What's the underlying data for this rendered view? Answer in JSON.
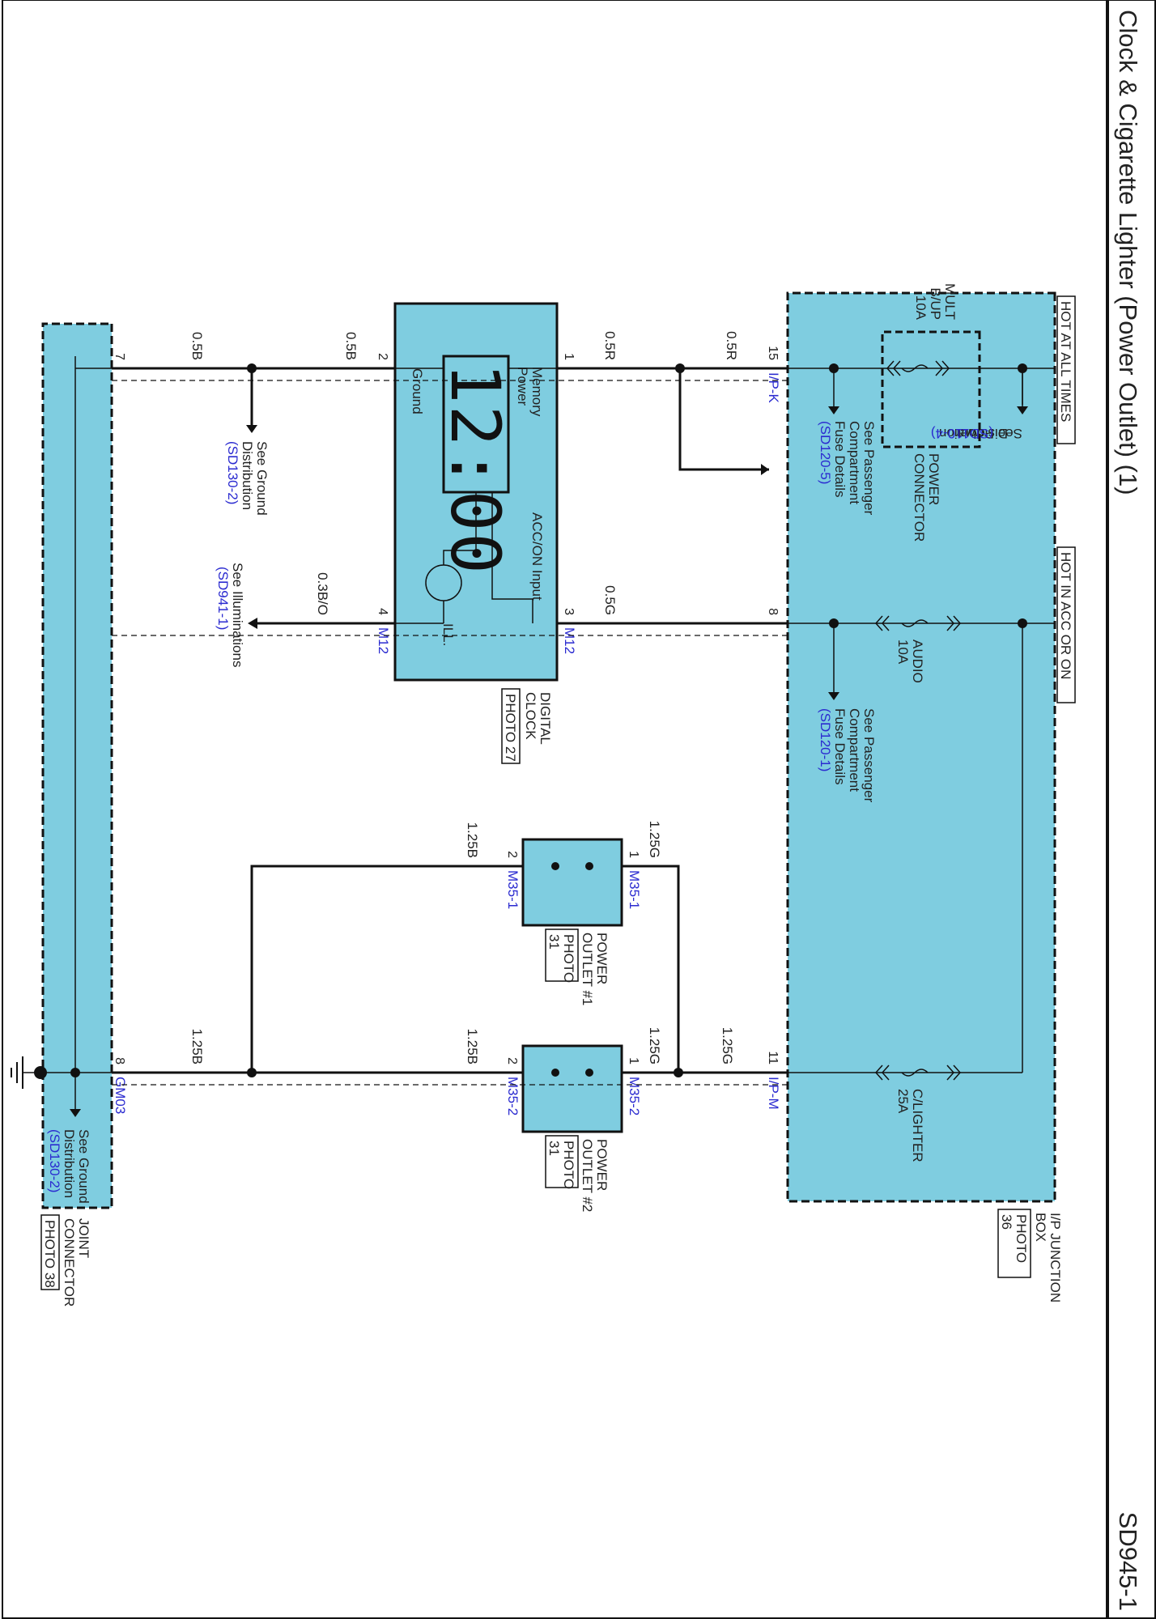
{
  "diagram": {
    "title": "Clock & Cigarette Lighter (Power Outlet) (1)",
    "code": "SD945-1"
  },
  "power_labels": {
    "hot_always": "HOT AT ALL TIMES",
    "hot_acc": "HOT IN ACC OR ON"
  },
  "junction_box": {
    "label_line1": "I/P JUNCTION",
    "label_line2": "BOX",
    "photo_line1": "PHOTO",
    "photo_line2": "36",
    "fuse_mult_line1": "MULT",
    "fuse_mult_line2": "B/UP",
    "fuse_mult_line3": "10A",
    "power_connector_line1": "POWER",
    "power_connector_line2": "CONNECTOR",
    "fuse_audio_line1": "AUDIO",
    "fuse_audio_line2": "10A",
    "fuse_clighter_line1": "C/LIGHTER",
    "fuse_clighter_line2": "25A",
    "see_power_line1": "See Power",
    "see_power_line2": "Distribution",
    "see_power_ref": "(SD110-4)",
    "see_pass5_line1": "See Passenger",
    "see_pass5_line2": "Compartment",
    "see_pass5_line3": "Fuse Details",
    "see_pass5_ref": "(SD120-5)",
    "see_pass1_line1": "See Passenger",
    "see_pass1_line2": "Compartment",
    "see_pass1_line3": "Fuse Details",
    "see_pass1_ref": "(SD120-1)",
    "pin15": "15",
    "conn_ipk": "I/P-K",
    "pin8": "8",
    "pin11": "11",
    "conn_ipm": "I/P-M"
  },
  "digital_clock": {
    "display": "12:00",
    "memory_line1": "Memory",
    "memory_line2": "Power",
    "acc_input": "ACC/ON Input",
    "ground": "Ground",
    "ill": "ILL.",
    "label_line1": "DIGITAL",
    "label_line2": "CLOCK",
    "photo": "PHOTO 27",
    "pin1": "1",
    "pin2": "2",
    "pin3": "3",
    "pin4": "4",
    "conn_m12_a": "M12",
    "conn_m12_b": "M12"
  },
  "outlet1": {
    "label_line1": "POWER",
    "label_line2": "OUTLET #1",
    "photo_line1": "PHOTO",
    "photo_line2": "31",
    "pin1": "1",
    "pin2": "2",
    "conn_a": "M35-1",
    "conn_b": "M35-1"
  },
  "outlet2": {
    "label_line1": "POWER",
    "label_line2": "OUTLET #2",
    "photo_line1": "PHOTO",
    "photo_line2": "31",
    "pin1": "1",
    "pin2": "2",
    "conn_a": "M35-2",
    "conn_b": "M35-2"
  },
  "joint_connector": {
    "label_line1": "JOINT",
    "label_line2": "CONNECTOR",
    "photo": "PHOTO 38",
    "pin7": "7",
    "pin8": "8",
    "conn_gm03": "GM03",
    "see_ground_line1": "See Ground",
    "see_ground_line2": "Distribution",
    "see_ground_ref": "(SD130-2)"
  },
  "ground_ref": {
    "line1": "See Ground",
    "line2": "Distribution",
    "ref": "(SD130-2)"
  },
  "illum_ref": {
    "line1": "See Illuminations",
    "ref": "(SD941-1)"
  },
  "wires": {
    "w_05r_a": "0.5R",
    "w_05r_b": "0.5R",
    "w_05g": "0.5G",
    "w_05b_a": "0.5B",
    "w_05b_b": "0.5B",
    "w_03bo": "0.3B/O",
    "w_125g_a": "1.25G",
    "w_125g_b": "1.25G",
    "w_125g_c": "1.25G",
    "w_125b_a": "1.25B",
    "w_125b_b": "1.25B",
    "w_125b_c": "1.25B"
  }
}
